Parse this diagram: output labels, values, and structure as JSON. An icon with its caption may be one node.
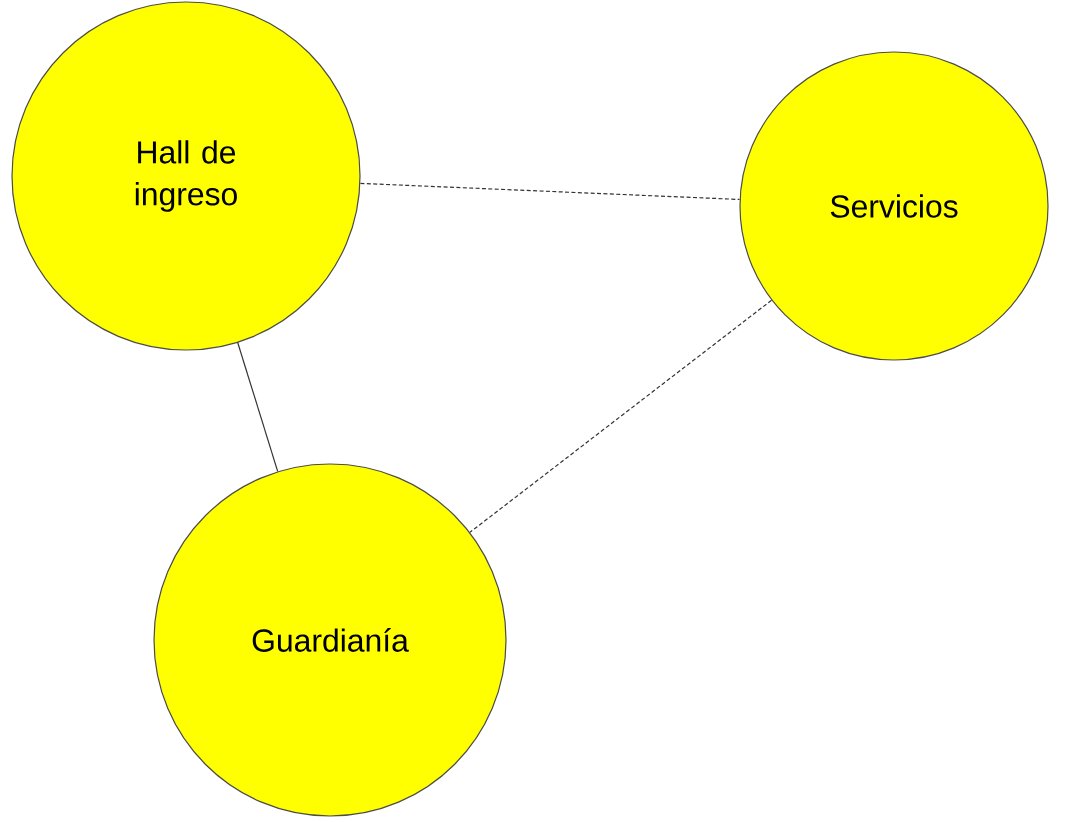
{
  "diagram": {
    "nodes": [
      {
        "text": [
          "Hall de ingreso"
        ]
      },
      {
        "text": [
          "Servicios"
        ]
      },
      {
        "text": [
          "Guardianía"
        ]
      }
    ],
    "edges": [
      {
        "from": 0,
        "to": 1,
        "arrow": "none",
        "style": "dashed"
      },
      {
        "from": 0,
        "to": 2,
        "arrow": "none"
      },
      {
        "from": 1,
        "to": 2,
        "arrow": "none",
        "style": "dashed"
      }
    ]
  }
}
